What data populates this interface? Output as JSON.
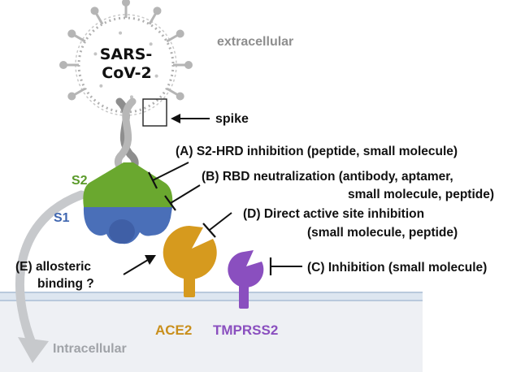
{
  "virus": {
    "line1": "SARS-",
    "line2": "CoV-2"
  },
  "regions": {
    "extracellular": "extracellular",
    "intracellular": "Intracellular"
  },
  "labels": {
    "spike": "spike",
    "s2": "S2",
    "s1": "S1",
    "ace2": "ACE2",
    "tmprss2": "TMPRSS2"
  },
  "annotations": {
    "a": "(A) S2-HRD inhibition (peptide, small molecule)",
    "b_line1": "(B) RBD neutralization (antibody, aptamer,",
    "b_line2": "small molecule, peptide)",
    "d_line1": "(D) Direct active site inhibition",
    "d_line2": "(small molecule, peptide)",
    "c": "(C) Inhibition (small molecule)",
    "e_line1": "(E) allosteric",
    "e_line2": "binding ?"
  },
  "colors": {
    "s2": "#6aa82f",
    "s1": "#4a6fb8",
    "ace2": "#d69a1e",
    "tmprss2": "#8a4fbf",
    "s2_label": "#5a9a2a",
    "s1_label": "#3f66b0",
    "ace2_label": "#c98f1c",
    "tmprss2_label": "#8a4fbf"
  }
}
